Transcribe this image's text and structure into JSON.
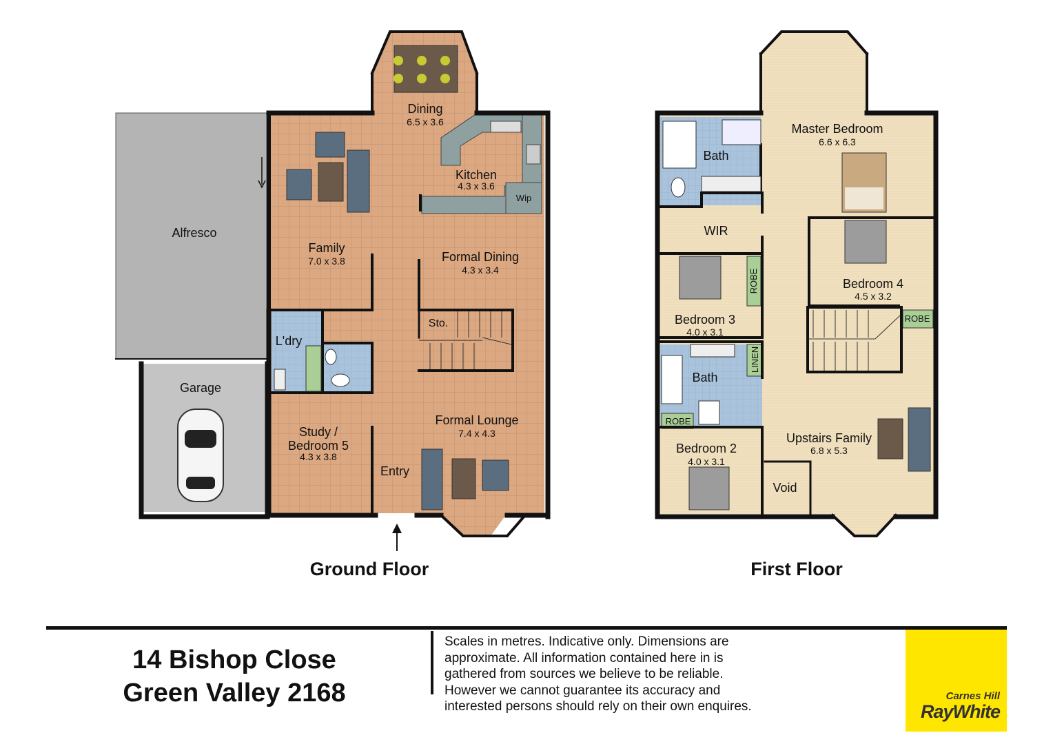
{
  "ground_floor": {
    "title": "Ground Floor",
    "rooms": {
      "dining": {
        "name": "Dining",
        "dims": "6.5 x 3.6"
      },
      "kitchen": {
        "name": "Kitchen",
        "dims": "4.3 x 3.6"
      },
      "wip": {
        "name": "Wip"
      },
      "alfresco": {
        "name": "Alfresco"
      },
      "family": {
        "name": "Family",
        "dims": "7.0 x 3.8"
      },
      "formal_dining": {
        "name": "Formal Dining",
        "dims": "4.3 x 3.4"
      },
      "sto": {
        "name": "Sto."
      },
      "laundry": {
        "name": "L'dry"
      },
      "garage": {
        "name": "Garage"
      },
      "study": {
        "name_line1": "Study /",
        "name_line2": "Bedroom 5",
        "dims": "4.3 x 3.8"
      },
      "formal_lounge": {
        "name": "Formal Lounge",
        "dims": "7.4 x 4.3"
      },
      "entry": {
        "name": "Entry"
      }
    }
  },
  "first_floor": {
    "title": "First Floor",
    "rooms": {
      "master": {
        "name": "Master Bedroom",
        "dims": "6.6 x 6.3"
      },
      "bath1": {
        "name": "Bath"
      },
      "wir": {
        "name": "WIR"
      },
      "bedroom4": {
        "name": "Bedroom 4",
        "dims": "4.5 x 3.2"
      },
      "bedroom3": {
        "name": "Bedroom 3",
        "dims": "4.0 x 3.1"
      },
      "robe1": {
        "name": "ROBE"
      },
      "robe2": {
        "name": "ROBE"
      },
      "robe3": {
        "name": "ROBE"
      },
      "linen": {
        "name": "LINEN"
      },
      "bath2": {
        "name": "Bath"
      },
      "bedroom2": {
        "name": "Bedroom 2",
        "dims": "4.0 x 3.1"
      },
      "upstairs_family": {
        "name": "Upstairs Family",
        "dims": "6.8 x 5.3"
      },
      "void": {
        "name": "Void"
      }
    }
  },
  "address": {
    "line1": "14 Bishop Close",
    "line2": "Green Valley 2168"
  },
  "disclaimer": {
    "line1": "Scales in metres. Indicative only. Dimensions are",
    "line2": "approximate. All information contained here in is",
    "line3": "gathered from sources we believe to be reliable.",
    "line4": "However we cannot guarantee its accuracy and",
    "line5": "interested persons should rely on their own enquires."
  },
  "brand": {
    "top": "Carnes Hill",
    "name": "RayWhite",
    "color": "#ffe600"
  },
  "colors": {
    "tile": "#dca882",
    "carpet": "#f0dfbd",
    "wet": "#aac3dc",
    "bench": "#8fa0a0",
    "concrete": "#b4b4b4",
    "wall": "#111111",
    "robe": "#a9cf96"
  }
}
